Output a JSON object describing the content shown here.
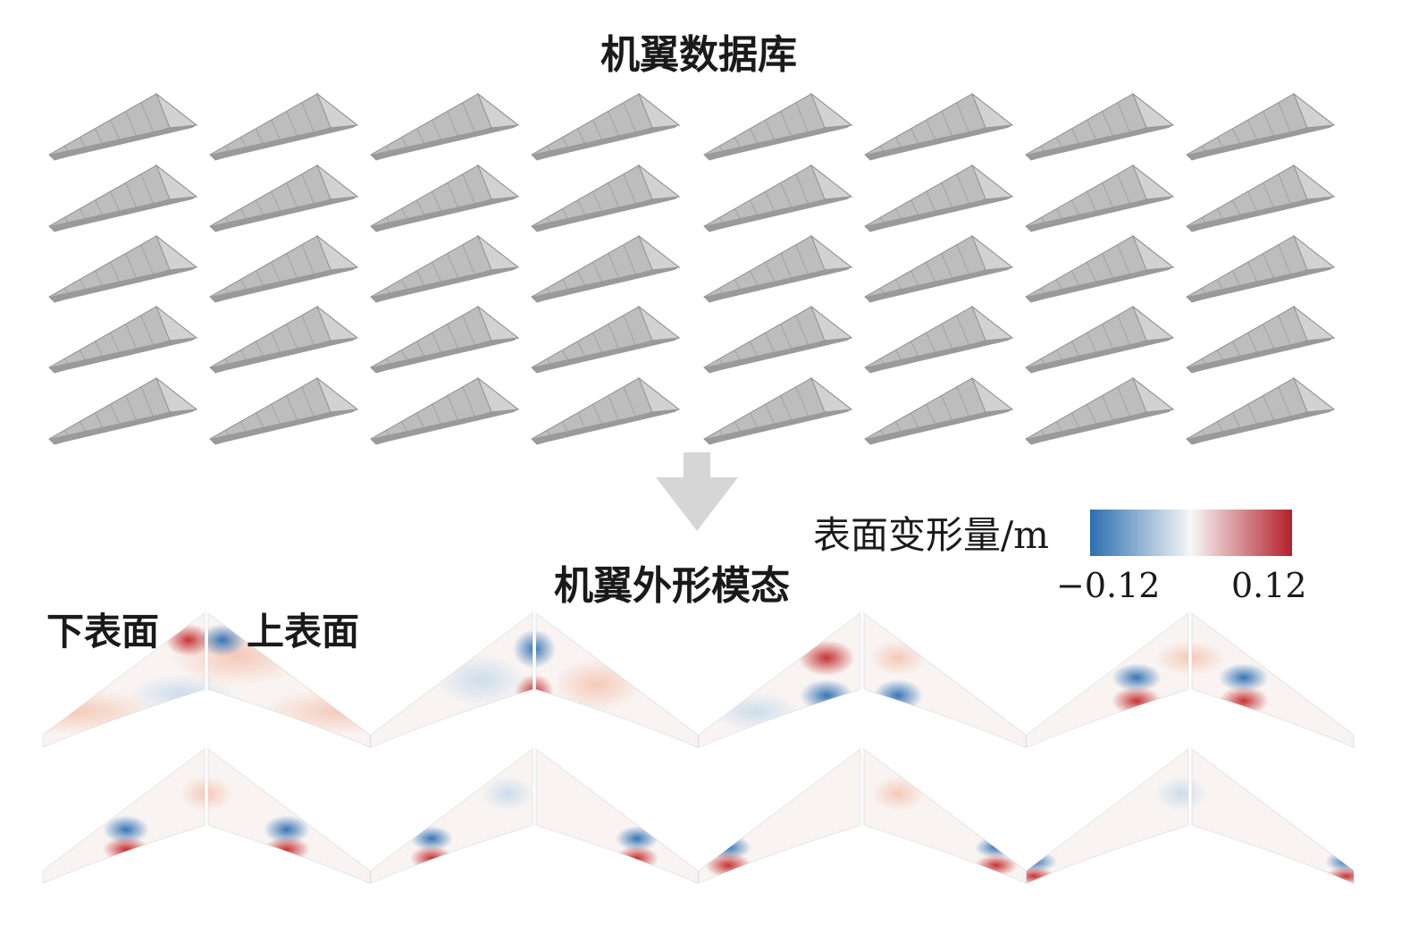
{
  "database": {
    "title": "机翼数据库",
    "rows": 5,
    "cols": 8
  },
  "modes": {
    "title": "机翼外形模态",
    "lower_label": "下表面",
    "upper_label": "上表面",
    "rows": 2,
    "per_row": 4
  },
  "colorbar": {
    "label": "表面变形量/m",
    "min_label": "−0.12",
    "max_label": "0.12",
    "low_color": "#2c6fb0",
    "mid_color": "#f7f7f7",
    "high_color": "#b2202c"
  },
  "colors": {
    "wing_fill": "#b7b7b7",
    "wing_dark": "#8c8c8c",
    "arrow": "#d6d6d6"
  }
}
